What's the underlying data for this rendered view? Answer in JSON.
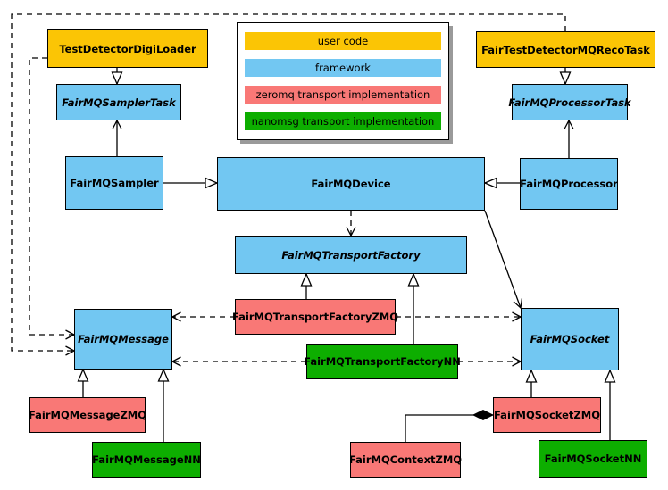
{
  "legend": {
    "items": [
      {
        "label": "user code",
        "color": "#FBC505"
      },
      {
        "label": "framework",
        "color": "#72C7F2"
      },
      {
        "label": "zeromq transport implementation",
        "color": "#F97876"
      },
      {
        "label": "nanomsg transport implementation",
        "color": "#0DAE00"
      }
    ]
  },
  "colors": {
    "user_code": "#FBC505",
    "framework": "#72C7F2",
    "zeromq": "#F97876",
    "nanomsg": "#0DAE00",
    "border": "#000000",
    "background": "#ffffff",
    "legend_shadow": "#9a9a9a"
  },
  "nodes": {
    "digiloader": {
      "label": "TestDetectorDigiLoader",
      "category": "user code",
      "abstract": false
    },
    "samplertask": {
      "label": "FairMQSamplerTask",
      "category": "framework",
      "abstract": true
    },
    "sampler": {
      "label": "FairMQSampler",
      "category": "framework",
      "abstract": false
    },
    "device": {
      "label": "FairMQDevice",
      "category": "framework",
      "abstract": false
    },
    "recotask": {
      "label": "FairTestDetectorMQRecoTask",
      "category": "user code",
      "abstract": false
    },
    "processortask": {
      "label": "FairMQProcessorTask",
      "category": "framework",
      "abstract": true
    },
    "processor": {
      "label": "FairMQProcessor",
      "category": "framework",
      "abstract": false
    },
    "transportfactory": {
      "label": "FairMQTransportFactory",
      "category": "framework",
      "abstract": true
    },
    "tfzmq": {
      "label": "FairMQTransportFactoryZMQ",
      "category": "zeromq",
      "abstract": false
    },
    "tfnn": {
      "label": "FairMQTransportFactoryNN",
      "category": "nanomsg",
      "abstract": false
    },
    "message": {
      "label": "FairMQMessage",
      "category": "framework",
      "abstract": true
    },
    "messagezmq": {
      "label": "FairMQMessageZMQ",
      "category": "zeromq",
      "abstract": false
    },
    "messagenn": {
      "label": "FairMQMessageNN",
      "category": "nanomsg",
      "abstract": false
    },
    "socket": {
      "label": "FairMQSocket",
      "category": "framework",
      "abstract": true
    },
    "socketzmq": {
      "label": "FairMQSocketZMQ",
      "category": "zeromq",
      "abstract": false
    },
    "socketnn": {
      "label": "FairMQSocketNN",
      "category": "nanomsg",
      "abstract": false
    },
    "contextzmq": {
      "label": "FairMQContextZMQ",
      "category": "zeromq",
      "abstract": false
    }
  },
  "edges": [
    {
      "from": "TestDetectorDigiLoader",
      "to": "FairMQSamplerTask",
      "type": "inheritance"
    },
    {
      "from": "FairTestDetectorMQRecoTask",
      "to": "FairMQProcessorTask",
      "type": "inheritance"
    },
    {
      "from": "FairMQSampler",
      "to": "FairMQDevice",
      "type": "inheritance"
    },
    {
      "from": "FairMQProcessor",
      "to": "FairMQDevice",
      "type": "inheritance"
    },
    {
      "from": "FairMQSampler",
      "to": "FairMQSamplerTask",
      "type": "association"
    },
    {
      "from": "FairMQProcessor",
      "to": "FairMQProcessorTask",
      "type": "association"
    },
    {
      "from": "FairMQDevice",
      "to": "FairMQTransportFactory",
      "type": "dependency"
    },
    {
      "from": "FairMQDevice",
      "to": "FairMQSocket",
      "type": "association"
    },
    {
      "from": "TestDetectorDigiLoader",
      "to": "FairMQMessage",
      "type": "dependency"
    },
    {
      "from": "FairTestDetectorMQRecoTask",
      "to": "FairMQMessage",
      "type": "dependency"
    },
    {
      "from": "FairMQTransportFactoryZMQ",
      "to": "FairMQTransportFactory",
      "type": "inheritance"
    },
    {
      "from": "FairMQTransportFactoryNN",
      "to": "FairMQTransportFactory",
      "type": "inheritance"
    },
    {
      "from": "FairMQTransportFactoryZMQ",
      "to": "FairMQMessage",
      "type": "dependency"
    },
    {
      "from": "FairMQTransportFactoryZMQ",
      "to": "FairMQSocket",
      "type": "dependency"
    },
    {
      "from": "FairMQTransportFactoryNN",
      "to": "FairMQMessage",
      "type": "dependency"
    },
    {
      "from": "FairMQTransportFactoryNN",
      "to": "FairMQSocket",
      "type": "dependency"
    },
    {
      "from": "FairMQMessageZMQ",
      "to": "FairMQMessage",
      "type": "inheritance"
    },
    {
      "from": "FairMQMessageNN",
      "to": "FairMQMessage",
      "type": "inheritance"
    },
    {
      "from": "FairMQSocketZMQ",
      "to": "FairMQSocket",
      "type": "inheritance"
    },
    {
      "from": "FairMQSocketNN",
      "to": "FairMQSocket",
      "type": "inheritance"
    },
    {
      "from": "FairMQContextZMQ",
      "to": "FairMQSocketZMQ",
      "type": "composition"
    }
  ]
}
